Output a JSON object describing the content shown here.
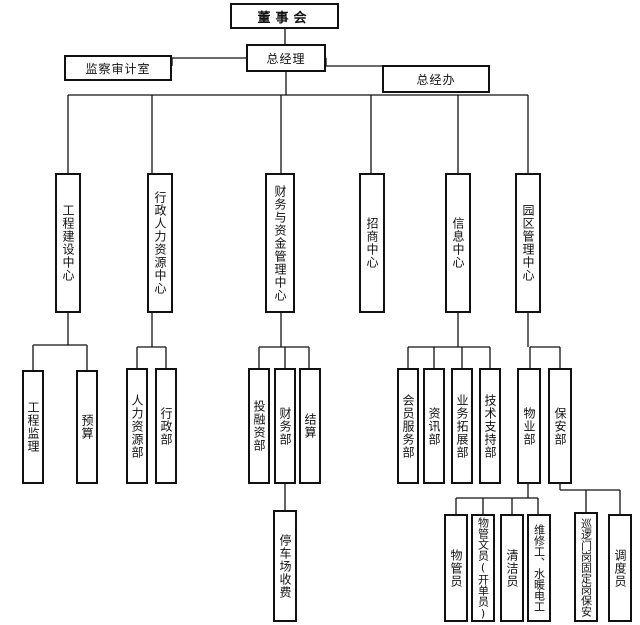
{
  "org": {
    "board": "董事会",
    "gm": "总经理",
    "audit": "监察审计室",
    "office": "总经办",
    "centers": {
      "engineering": "工程建设中心",
      "admin_hr": "行政人力资源中心",
      "finance": "财务与资金管理中心",
      "investment": "招商中心",
      "info": "信息中心",
      "park": "园区管理中心"
    },
    "depts": {
      "eng_supervision": "工程监理",
      "eng_budget": "预算",
      "hr": "人力资源部",
      "admin": "行政部",
      "financing": "投融资部",
      "finance_dept": "财务部",
      "settlement": "结算",
      "member_service": "会员服务部",
      "info_dept": "资讯部",
      "biz_dev": "业务拓展部",
      "tech_support": "技术支持部",
      "property": "物业部",
      "security": "保安部"
    },
    "sub": {
      "parking": "停车场收费",
      "property_staff": "物管员",
      "property_clerk": "物管文员(开单员)",
      "cleaner": "清洁员",
      "maintenance": "维修工、水暖电工",
      "patrol": "巡逻门岗固定岗保安",
      "dispatcher": "调度员"
    }
  }
}
